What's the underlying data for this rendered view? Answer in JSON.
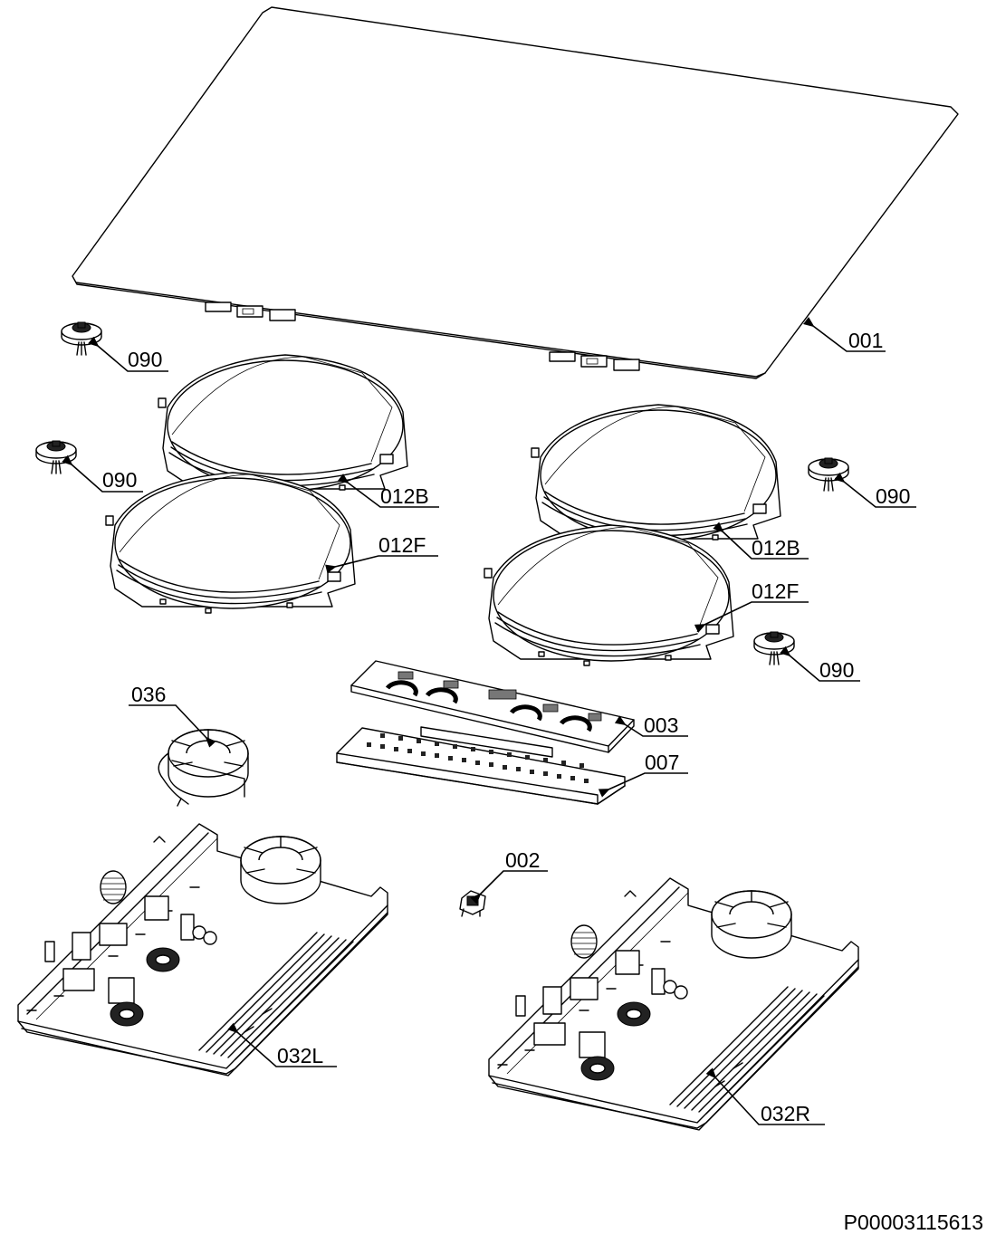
{
  "drawing_id": "P00003115613",
  "callouts": {
    "c001": "001",
    "c090a": "090",
    "c090b": "090",
    "c090c": "090",
    "c090d": "090",
    "c012B_left": "012B",
    "c012F_left": "012F",
    "c012B_right": "012B",
    "c012F_right": "012F",
    "c003": "003",
    "c007": "007",
    "c036": "036",
    "c002": "002",
    "c032L": "032L",
    "c032R": "032R"
  }
}
